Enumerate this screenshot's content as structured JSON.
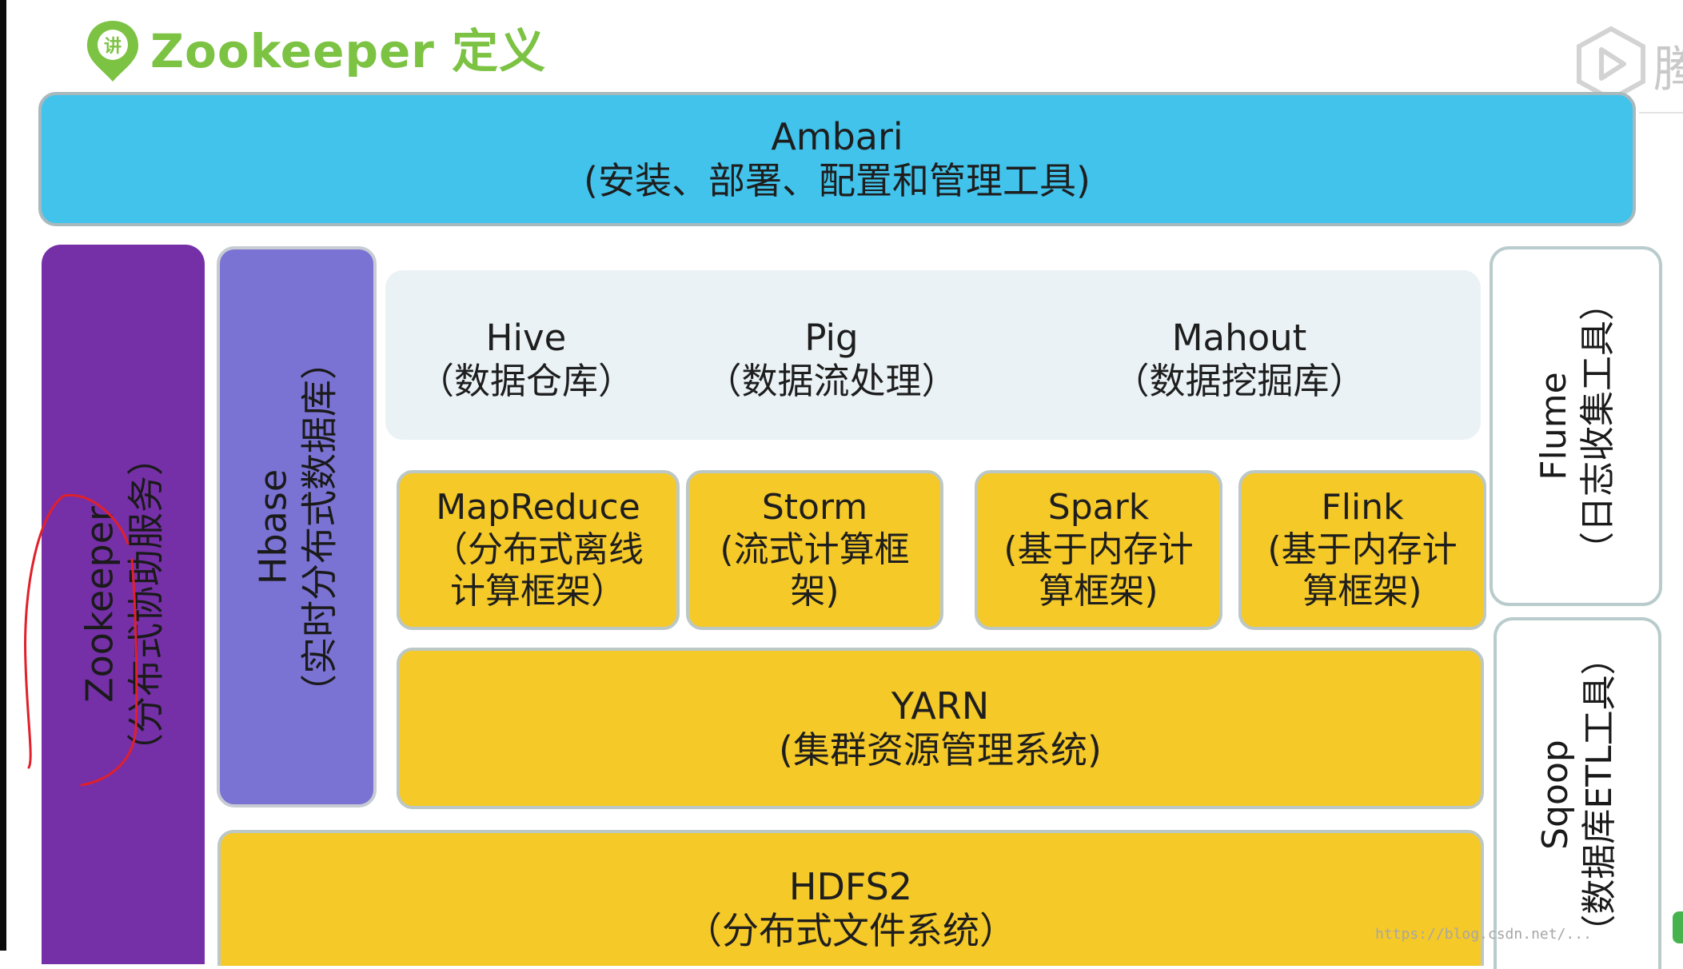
{
  "header": {
    "logo_icon_char": "讲",
    "title": "Zookeeper 定义",
    "brand_char": "腾"
  },
  "ambari": {
    "name": "Ambari",
    "desc": "(安装、部署、配置和管理工具)"
  },
  "zookeeper": {
    "name": "Zookeeper",
    "desc": "（分布式协助服务）"
  },
  "hbase": {
    "name": "Hbase",
    "desc": "（实时分布式数据库）"
  },
  "top_row": [
    {
      "name": "Hive",
      "desc": "（数据仓库）"
    },
    {
      "name": "Pig",
      "desc": "（数据流处理）"
    },
    {
      "name": "Mahout",
      "desc": "（数据挖掘库）"
    }
  ],
  "engines": [
    {
      "name": "MapReduce",
      "line1": "（分布式离线",
      "line2": "计算框架）"
    },
    {
      "name": "Storm",
      "line1": "(流式计算框",
      "line2": "架)"
    },
    {
      "name": "Spark",
      "line1": "(基于内存计",
      "line2": "算框架)"
    },
    {
      "name": "Flink",
      "line1": "(基于内存计",
      "line2": "算框架)"
    }
  ],
  "yarn": {
    "name": "YARN",
    "desc": "(集群资源管理系统)"
  },
  "hdfs": {
    "name": "HDFS2",
    "desc": "（分布式文件系统）"
  },
  "flume": {
    "name": "Flume",
    "desc": "（日志收集工具）"
  },
  "sqoop": {
    "name": "Sqoop",
    "desc": "（数据库ETL工具）"
  },
  "watermark": "https://blog.csdn.net/...",
  "colors": {
    "ambari": "#41c3ec",
    "zookeeper": "#7530a8",
    "hbase": "#7b73d4",
    "yellow_layer": "#f5c928",
    "pale_layer": "#eaf2f5",
    "title_green": "#7cc243",
    "annotation_red": "#e0202a"
  }
}
